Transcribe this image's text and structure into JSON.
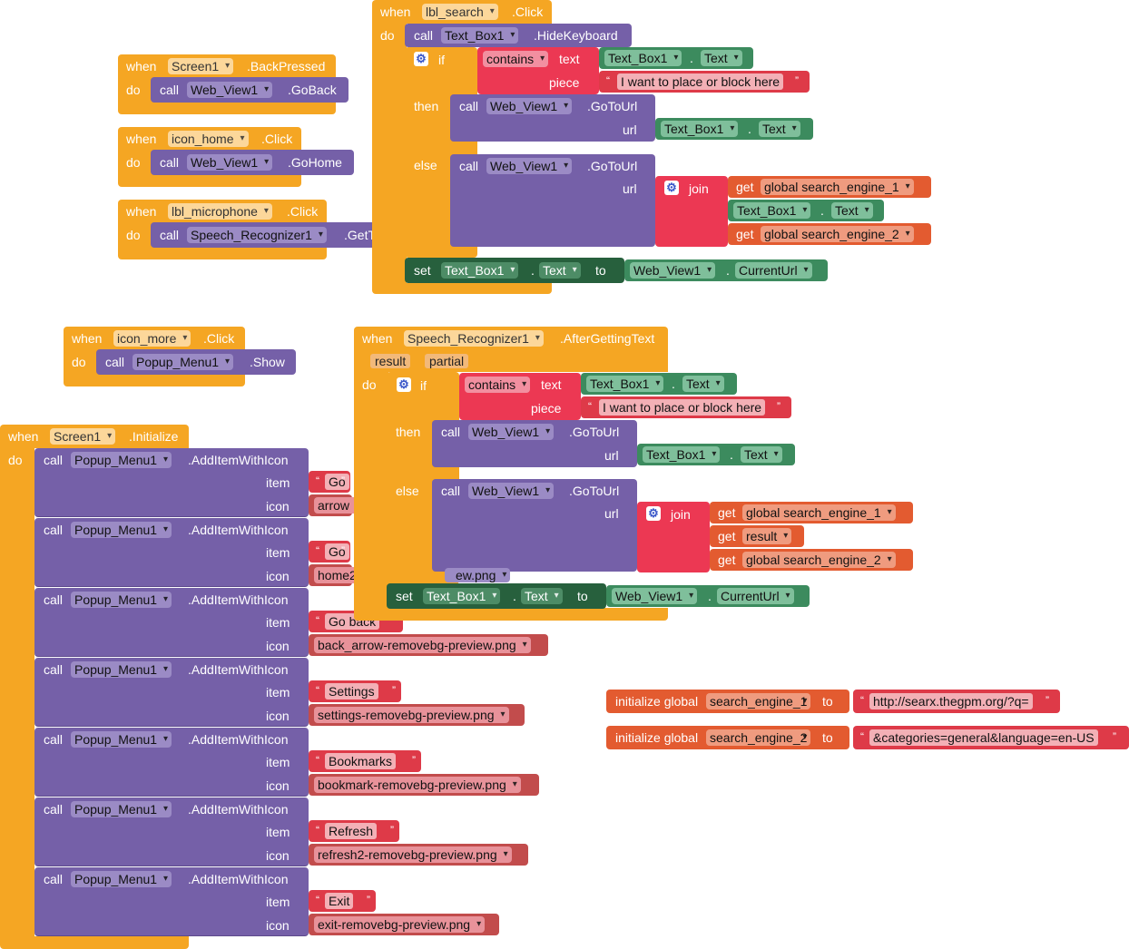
{
  "kw": {
    "when": "when",
    "do": "do",
    "call": "call",
    "if": "if",
    "then": "then",
    "else": "else",
    "set": "set",
    "to": "to",
    "get": "get",
    "join": "join",
    "item": "item",
    "icon": "icon",
    "url": "url",
    "text": "text",
    "piece": "piece",
    "contains": "contains",
    "initialize_global": "initialize global"
  },
  "blocks": {
    "back": {
      "comp": "Screen1",
      "event": ".BackPressed",
      "target": "Web_View1",
      "method": ".GoBack"
    },
    "home": {
      "comp": "icon_home",
      "event": ".Click",
      "target": "Web_View1",
      "method": ".GoHome"
    },
    "mic": {
      "comp": "lbl_microphone",
      "event": ".Click",
      "target": "Speech_Recognizer1",
      "method": ".GetT"
    },
    "search": {
      "comp": "lbl_search",
      "event": ".Click",
      "hide_target": "Text_Box1",
      "hide_method": ".HideKeyboard",
      "tb": "Text_Box1",
      "tb_prop": "Text",
      "piece": "I want to place or block here",
      "wv": "Web_View1",
      "goto": ".GoToUrl",
      "var1": "global search_engine_1",
      "var2": "global search_engine_2",
      "wv_prop": "CurrentUrl"
    },
    "more": {
      "comp": "icon_more",
      "event": ".Click",
      "target": "Popup_Menu1",
      "method": ".Show"
    },
    "speech": {
      "comp": "Speech_Recognizer1",
      "event": ".AfterGettingText",
      "p1": "result",
      "p2": "partial",
      "result": "result",
      "ghost": "ew.png"
    },
    "init": {
      "comp": "Screen1",
      "event": ".Initialize",
      "target": "Popup_Menu1",
      "method": ".AddItemWithIcon",
      "items": [
        {
          "item": "Go",
          "icon": "arrow"
        },
        {
          "item": "Go",
          "icon": "home2"
        },
        {
          "item": "Go back",
          "icon": "back_arrow-removebg-preview.png"
        },
        {
          "item": "Settings",
          "icon": "settings-removebg-preview.png"
        },
        {
          "item": "Bookmarks",
          "icon": "bookmark-removebg-preview.png"
        },
        {
          "item": "Refresh",
          "icon": "refresh2-removebg-preview.png"
        },
        {
          "item": "Exit",
          "icon": "exit-removebg-preview.png"
        }
      ]
    },
    "g1": {
      "name": "search_engine_1",
      "value": "http://searx.thegpm.org/?q="
    },
    "g2": {
      "name": "search_engine_2",
      "value": "&categories=general&language=en-US"
    }
  },
  "colors": {
    "event": "#f5a623",
    "procedure": "#7560a8",
    "logic": "#ec3853",
    "component": "#3c8b5e",
    "set": "#27603d",
    "variable": "#e35b30",
    "text": "#de3a48",
    "gear": "#3a57c9"
  },
  "icons": {
    "mutator": "gear-icon",
    "dropdown": "chevron-down-icon"
  }
}
